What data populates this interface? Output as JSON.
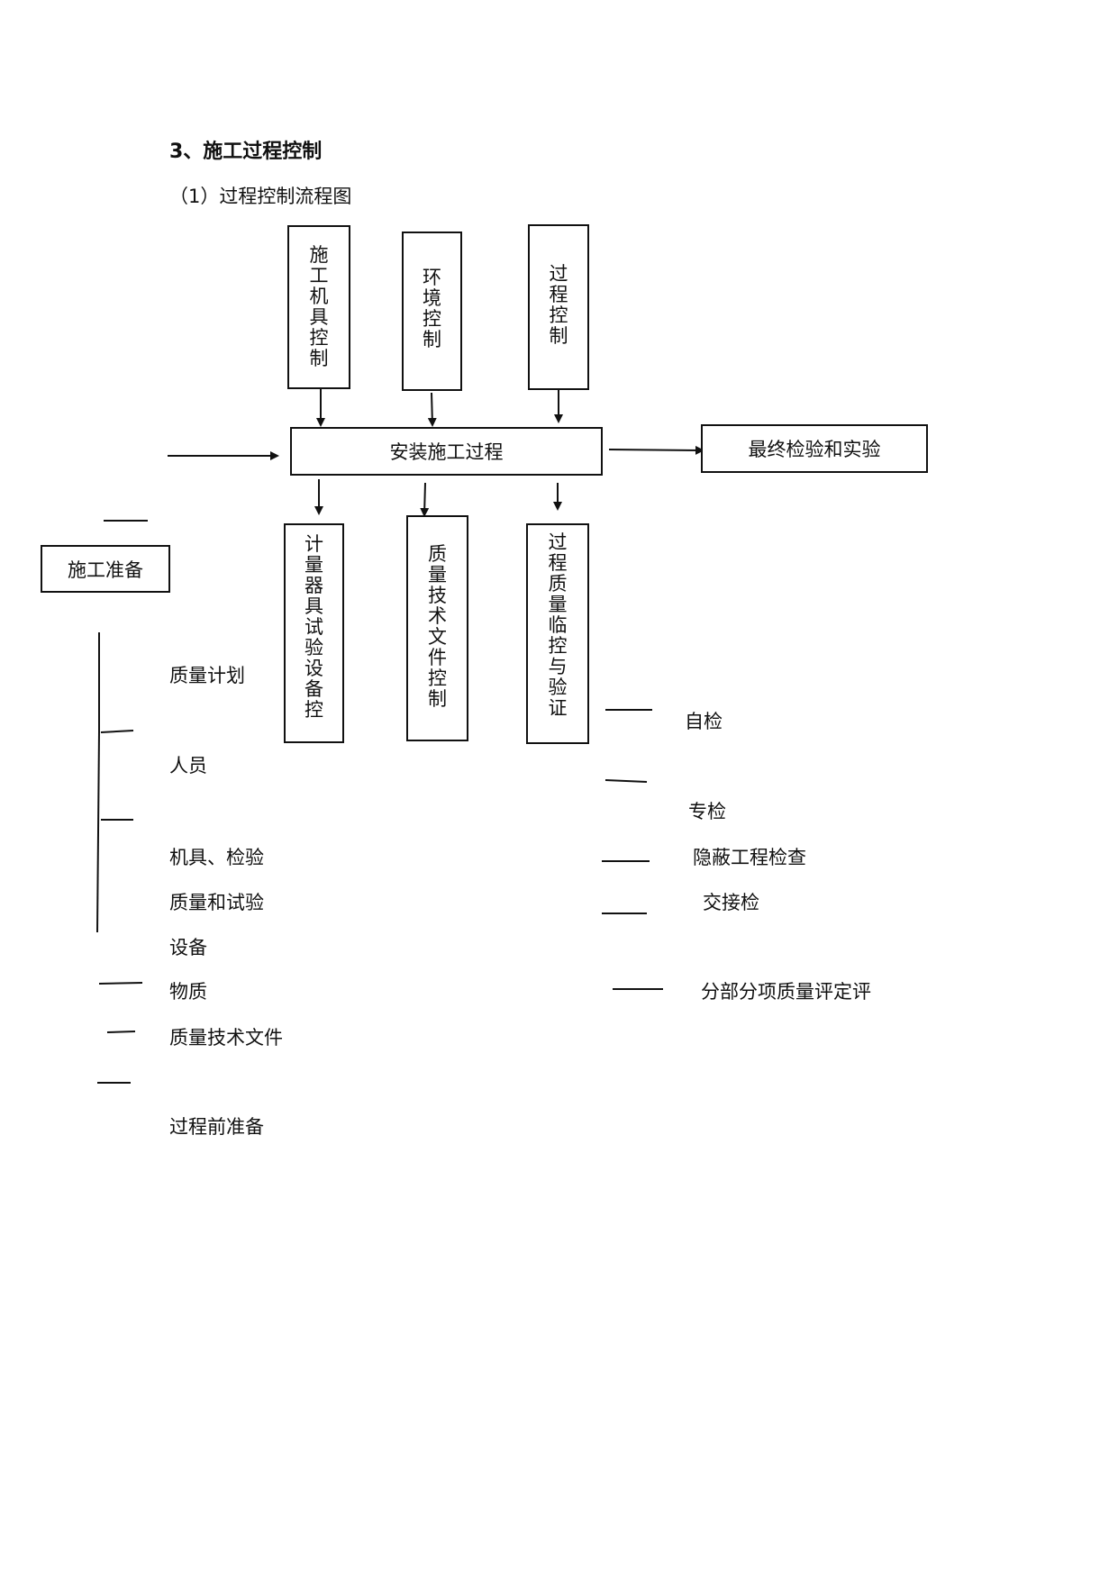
{
  "heading": "3、施工过程控制",
  "subheading": "（1）过程控制流程图",
  "top_boxes": [
    {
      "id": "machinery",
      "text": "施工机具控制"
    },
    {
      "id": "environment",
      "text": "环境控制"
    },
    {
      "id": "process",
      "text": "过程控制"
    }
  ],
  "center_box": "安装施工过程",
  "right_box": "最终检验和实验",
  "left_box": "施工准备",
  "bottom_boxes": [
    {
      "id": "metering",
      "text": "计量器具试验设备控"
    },
    {
      "id": "tech_docs",
      "text": "质量技术文件控制"
    },
    {
      "id": "quality_verify",
      "text": "过程质量临控与验证"
    }
  ],
  "left_list": [
    "质量计划",
    "人员",
    "机具、检验",
    "质量和试验",
    "设备",
    "物质",
    "质量技术文件",
    "过程前准备"
  ],
  "right_list": [
    "自检",
    "专检",
    "隐蔽工程检查",
    "交接检",
    "分部分项质量评定评"
  ]
}
